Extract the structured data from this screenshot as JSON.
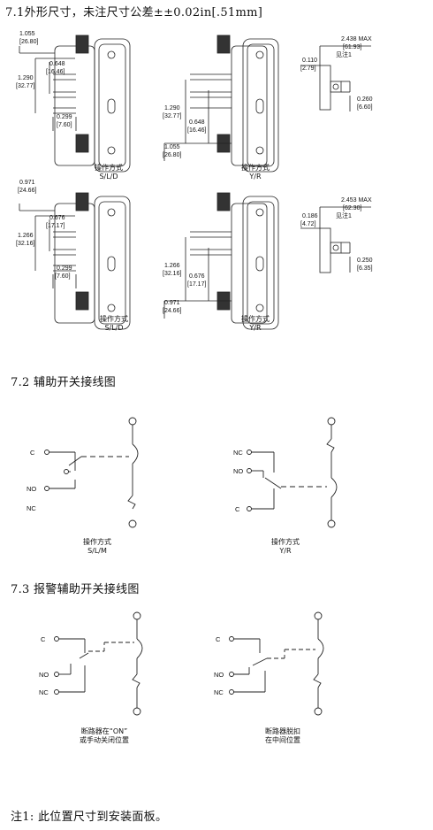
{
  "sections": {
    "s71": "7.1外形尺寸，未注尺寸公差±±0.02in[.51mm]",
    "s72": "7.2 辅助开关接线图",
    "s73": "7.3 报警辅助开关接线图"
  },
  "dims": {
    "a1": "1.055",
    "a1mm": "[26.80]",
    "a2": "0.648",
    "a2mm": "[16.46]",
    "a3": "1.290",
    "a3mm": "[32.77]",
    "a4": "0.299",
    "a4mm": "[7.60]",
    "b1": "1.290",
    "b1mm": "[32.77]",
    "b2": "0.648",
    "b2mm": "[16.46]",
    "b3": "1.055",
    "b3mm": "[26.80]",
    "c1": "2.438 MAX",
    "c1mm": "[61.93]",
    "c2": "0.110",
    "c2mm": "[2.79]",
    "c3": "0.260",
    "c3mm": "[6.60]",
    "d1": "0.971",
    "d1mm": "[24.66]",
    "d2": "0.676",
    "d2mm": "[17.17]",
    "d3": "1.266",
    "d3mm": "[32.16]",
    "d4": "0.299",
    "d4mm": "[7.60]",
    "e1": "1.266",
    "e1mm": "[32.16]",
    "e2": "0.676",
    "e2mm": "[17.17]",
    "e3": "0.971",
    "e3mm": "[24.66]",
    "f1": "2.453 MAX",
    "f1mm": "[62.30]",
    "f2": "0.186",
    "f2mm": "[4.72]",
    "f3": "0.250",
    "f3mm": "[6.35]",
    "note_ref": "见注1"
  },
  "captions": {
    "op": "操作方式",
    "sld": "S/L/D",
    "yr": "Y/R",
    "slm": "S/L/M",
    "alarm_on_1": "断路器在“ON”",
    "alarm_on_2": "或手动关闭位置",
    "alarm_trip_1": "断路器脱扣",
    "alarm_trip_2": "在中间位置"
  },
  "terminals": {
    "c": "C",
    "no": "NO",
    "nc": "NC"
  },
  "footnote": "注1: 此位置尺寸到安装面板。"
}
